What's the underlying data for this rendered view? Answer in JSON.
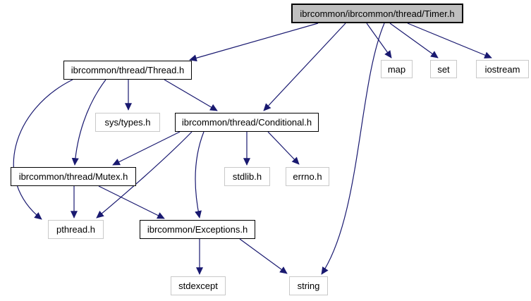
{
  "diagram": {
    "kind": "include-dependency-graph",
    "edge_color": "#191970",
    "focus_fill": "#bfbfbf",
    "nodes": [
      {
        "id": "timer",
        "label": "ibrcommon/ibrcommon/thread/Timer.h",
        "kind": "focus"
      },
      {
        "id": "thread",
        "label": "ibrcommon/thread/Thread.h",
        "kind": "internal"
      },
      {
        "id": "map",
        "label": "map",
        "kind": "external"
      },
      {
        "id": "set",
        "label": "set",
        "kind": "external"
      },
      {
        "id": "iostream",
        "label": "iostream",
        "kind": "external"
      },
      {
        "id": "systypes",
        "label": "sys/types.h",
        "kind": "external"
      },
      {
        "id": "conditional",
        "label": "ibrcommon/thread/Conditional.h",
        "kind": "internal"
      },
      {
        "id": "mutex",
        "label": "ibrcommon/thread/Mutex.h",
        "kind": "internal"
      },
      {
        "id": "stdlib",
        "label": "stdlib.h",
        "kind": "external"
      },
      {
        "id": "errno",
        "label": "errno.h",
        "kind": "external"
      },
      {
        "id": "pthread",
        "label": "pthread.h",
        "kind": "external"
      },
      {
        "id": "exceptions",
        "label": "ibrcommon/Exceptions.h",
        "kind": "internal"
      },
      {
        "id": "stdexcept",
        "label": "stdexcept",
        "kind": "external"
      },
      {
        "id": "string",
        "label": "string",
        "kind": "external"
      }
    ],
    "edges": [
      {
        "from": "timer",
        "to": "thread"
      },
      {
        "from": "timer",
        "to": "conditional"
      },
      {
        "from": "timer",
        "to": "map"
      },
      {
        "from": "timer",
        "to": "set"
      },
      {
        "from": "timer",
        "to": "iostream"
      },
      {
        "from": "timer",
        "to": "string"
      },
      {
        "from": "thread",
        "to": "sys/types.h"
      },
      {
        "from": "thread",
        "to": "conditional"
      },
      {
        "from": "thread",
        "to": "mutex"
      },
      {
        "from": "thread",
        "to": "pthread"
      },
      {
        "from": "conditional",
        "to": "mutex"
      },
      {
        "from": "conditional",
        "to": "stdlib"
      },
      {
        "from": "conditional",
        "to": "errno"
      },
      {
        "from": "conditional",
        "to": "pthread"
      },
      {
        "from": "conditional",
        "to": "exceptions"
      },
      {
        "from": "mutex",
        "to": "pthread"
      },
      {
        "from": "mutex",
        "to": "exceptions"
      },
      {
        "from": "exceptions",
        "to": "stdexcept"
      },
      {
        "from": "exceptions",
        "to": "string"
      }
    ]
  }
}
